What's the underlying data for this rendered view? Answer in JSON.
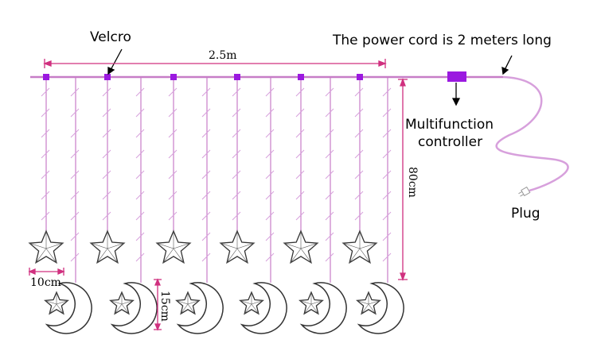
{
  "labels": {
    "velcro": "Velcro",
    "width": "2.5m",
    "power_cord": "The power cord is 2 meters long",
    "controller_line1": "Multifunction",
    "controller_line2": "controller",
    "height": "80cm",
    "plug": "Plug",
    "star_width": "10cm",
    "moon_height": "15cm"
  },
  "colors": {
    "wire": "#c77dc7",
    "clip": "#9b19e0",
    "dimension": "#d0307f",
    "outline": "#333333"
  }
}
